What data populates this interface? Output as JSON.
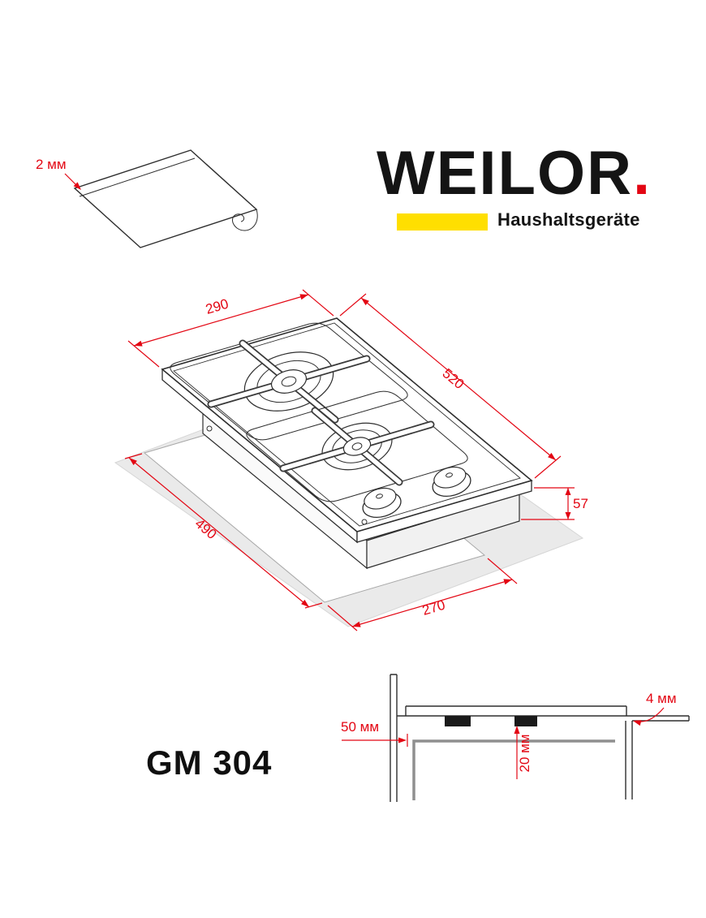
{
  "colors": {
    "dimension_red": "#e30613",
    "accent_yellow": "#ffdf00",
    "ink_black": "#141414",
    "counter_gray": "#eaeaea"
  },
  "logo": {
    "brand": "WEILOR",
    "dot": ".",
    "subtitle": "Haushaltsgeräte"
  },
  "detail_callout": {
    "label": "2 мм"
  },
  "dimensions": {
    "top_width": "290",
    "side_length": "520",
    "body_height": "57",
    "cutout_length": "490",
    "cutout_width": "270"
  },
  "installation": {
    "wall_clearance": "50 мм",
    "bottom_clearance": "20 мм",
    "edge_gap": "4 мм"
  },
  "model": {
    "name": "GM 304"
  }
}
